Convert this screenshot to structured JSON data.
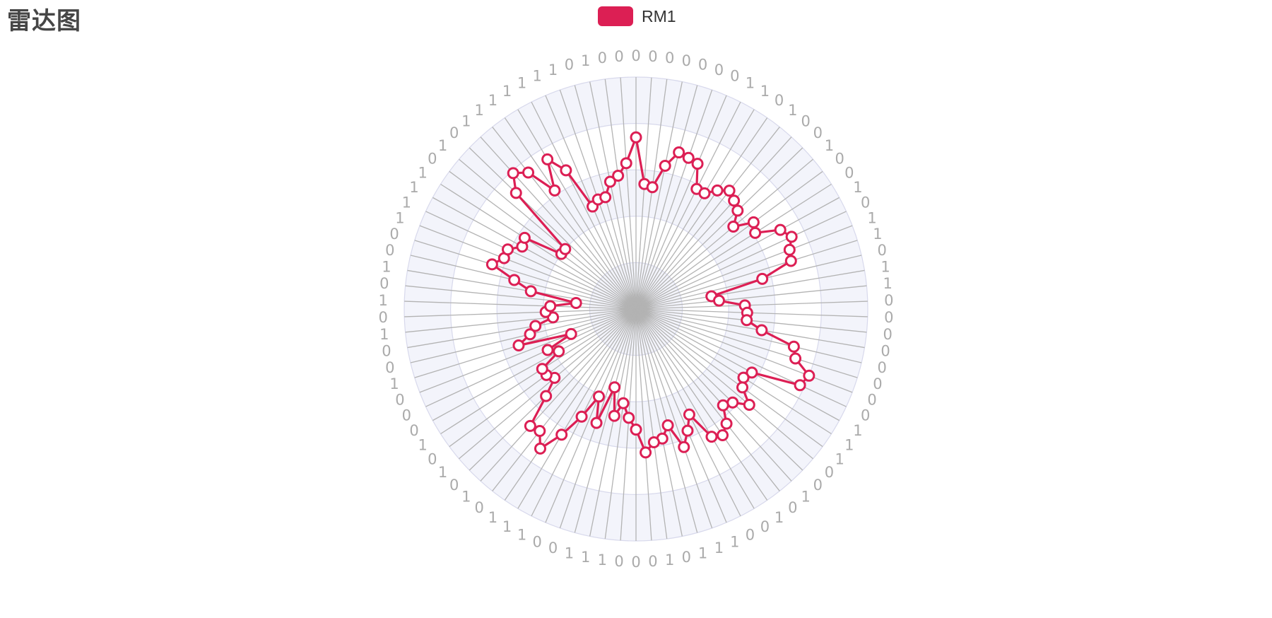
{
  "title": "雷达图",
  "legend": {
    "label": "RM1",
    "color": "#dc1f54"
  },
  "chart_data": {
    "type": "radar",
    "indicator_names": [
      "0",
      "0",
      "0",
      "0",
      "0",
      "0",
      "0",
      "1",
      "1",
      "0",
      "1",
      "0",
      "0",
      "1",
      "0",
      "0",
      "1",
      "0",
      "1",
      "1",
      "0",
      "1",
      "1",
      "0",
      "0",
      "0",
      "0",
      "0",
      "0",
      "0",
      "0",
      "1",
      "1",
      "1",
      "0",
      "0",
      "1",
      "0",
      "1",
      "0",
      "0",
      "1",
      "1",
      "1",
      "0",
      "1",
      "0",
      "0",
      "0",
      "1",
      "1",
      "1",
      "0",
      "0",
      "1",
      "1",
      "1",
      "0",
      "1",
      "0",
      "1",
      "0",
      "1",
      "0",
      "0",
      "0",
      "1",
      "0",
      "0",
      "1",
      "0",
      "1",
      "0",
      "1",
      "0",
      "0",
      "1",
      "1",
      "1",
      "1",
      "0",
      "1",
      "0",
      "1",
      "1",
      "1",
      "1",
      "1",
      "1",
      "1",
      "0",
      "1",
      "0",
      "0"
    ],
    "max": 100,
    "split_number": 5,
    "series": [
      {
        "name": "RM1",
        "color": "#dc1f54",
        "values": [
          74,
          54,
          53,
          63,
          70,
          69,
          68,
          58,
          58,
          62,
          65,
          63,
          61,
          55,
          63,
          61,
          71,
          74,
          71,
          70,
          56,
          33,
          36,
          47,
          48,
          48,
          55,
          70,
          72,
          80,
          78,
          57,
          55,
          57,
          64,
          58,
          56,
          63,
          66,
          64,
          51,
          57,
          63,
          52,
          57,
          58,
          62,
          52,
          47,
          41,
          47,
          35,
          52,
          41,
          52,
          63,
          73,
          67,
          68,
          54,
          46,
          48,
          48,
          38,
          42,
          30,
          53,
          47,
          44,
          36,
          39,
          37,
          26,
          46,
          54,
          65,
          61,
          61,
          56,
          57,
          40,
          40,
          72,
          79,
          75,
          62,
          75,
          67,
          48,
          50,
          50,
          56,
          58,
          63
        ]
      }
    ]
  }
}
